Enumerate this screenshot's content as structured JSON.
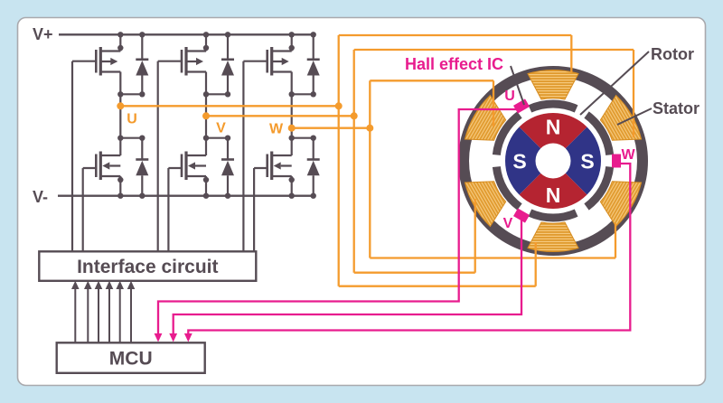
{
  "colors": {
    "background": "#c8e4f0",
    "panel": "#ffffff",
    "panel_border": "#a9a9ad",
    "ink": "#564c54",
    "orange": "#f49b2d",
    "pink": "#e81c8e",
    "rotor_red": "#b52431",
    "rotor_blue": "#303487",
    "coil_gold": "#e8a23c"
  },
  "rails": {
    "positive": "V+",
    "negative": "V-"
  },
  "bridge": {
    "phase_labels": [
      {
        "label": "U"
      },
      {
        "label": "V"
      },
      {
        "label": "W"
      }
    ]
  },
  "blocks": {
    "interface_label": "Interface circuit",
    "mcu_label": "MCU"
  },
  "motor": {
    "hall_callout": "Hall effect IC",
    "rotor_callout": "Rotor",
    "stator_callout": "Stator",
    "hall_sensors": [
      {
        "label": "U"
      },
      {
        "label": "W"
      },
      {
        "label": "V"
      }
    ],
    "poles": [
      {
        "label": "N"
      },
      {
        "label": "S"
      },
      {
        "label": "S"
      },
      {
        "label": "N"
      }
    ]
  }
}
